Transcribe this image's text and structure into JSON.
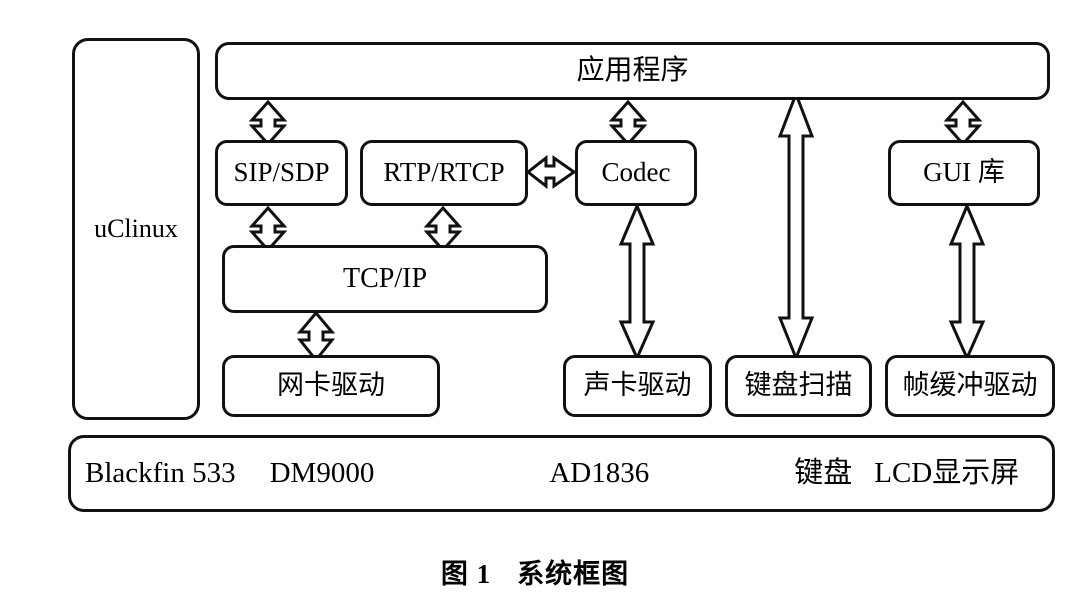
{
  "figure": {
    "caption_label": "图 1",
    "caption_title": "系统框图"
  },
  "blocks": {
    "uclinux": "uClinux",
    "application": "应用程序",
    "sip_sdp": "SIP/SDP",
    "rtp_rtcp": "RTP/RTCP",
    "codec": "Codec",
    "gui_lib": "GUI 库",
    "tcp_ip": "TCP/IP",
    "net_card_driver": "网卡驱动",
    "sound_card_driver": "声卡驱动",
    "keyboard_scan": "键盘扫描",
    "frame_buffer_driver": "帧缓冲驱动"
  },
  "hardware": {
    "items": [
      "Blackfin 533",
      "DM9000",
      "AD1836",
      "键盘",
      "LCD显示屏"
    ]
  },
  "connections": [
    {
      "name": "app-to-sipsdp",
      "from": "application",
      "to": "sip_sdp",
      "style": "double-headed-vertical"
    },
    {
      "name": "app-to-codec",
      "from": "application",
      "to": "codec",
      "style": "double-headed-vertical"
    },
    {
      "name": "app-to-keyboardscan",
      "from": "application",
      "to": "keyboard_scan",
      "style": "double-headed-vertical-long"
    },
    {
      "name": "app-to-guilib",
      "from": "application",
      "to": "gui_lib",
      "style": "double-headed-vertical"
    },
    {
      "name": "rtprtcp-to-codec",
      "from": "rtp_rtcp",
      "to": "codec",
      "style": "double-headed-horizontal"
    },
    {
      "name": "sipsdp-to-tcpip",
      "from": "sip_sdp",
      "to": "tcp_ip",
      "style": "double-headed-vertical"
    },
    {
      "name": "rtprtcp-to-tcpip",
      "from": "rtp_rtcp",
      "to": "tcp_ip",
      "style": "double-headed-vertical"
    },
    {
      "name": "tcpip-to-netdriver",
      "from": "tcp_ip",
      "to": "net_card_driver",
      "style": "double-headed-vertical"
    },
    {
      "name": "codec-to-sounddriver",
      "from": "codec",
      "to": "sound_card_driver",
      "style": "double-headed-vertical-long"
    },
    {
      "name": "guilib-to-framebuffer",
      "from": "gui_lib",
      "to": "frame_buffer_driver",
      "style": "double-headed-vertical-long"
    }
  ],
  "colors": {
    "stroke": "#111111",
    "background": "#ffffff",
    "text": "#000000"
  }
}
